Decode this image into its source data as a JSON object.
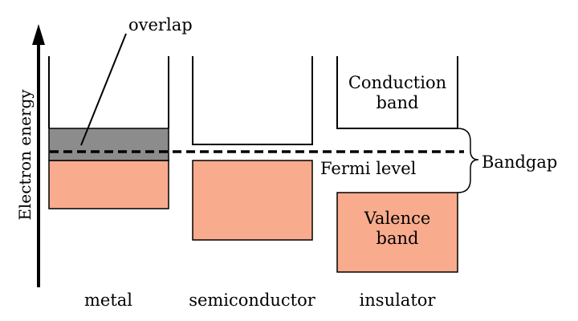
{
  "axis": {
    "label": "Electron energy"
  },
  "columns": {
    "metal": "metal",
    "semiconductor": "semiconductor",
    "insulator": "insulator"
  },
  "annotations": {
    "overlap": "overlap",
    "fermi_level": "Fermi level",
    "bandgap": "Bandgap",
    "conduction_line1": "Conduction",
    "conduction_line2": "band",
    "valence_line1": "Valence",
    "valence_line2": "band"
  },
  "colors": {
    "valence": "#F9AB8D",
    "overlap": "#8C8C8C",
    "line": "#000000"
  }
}
